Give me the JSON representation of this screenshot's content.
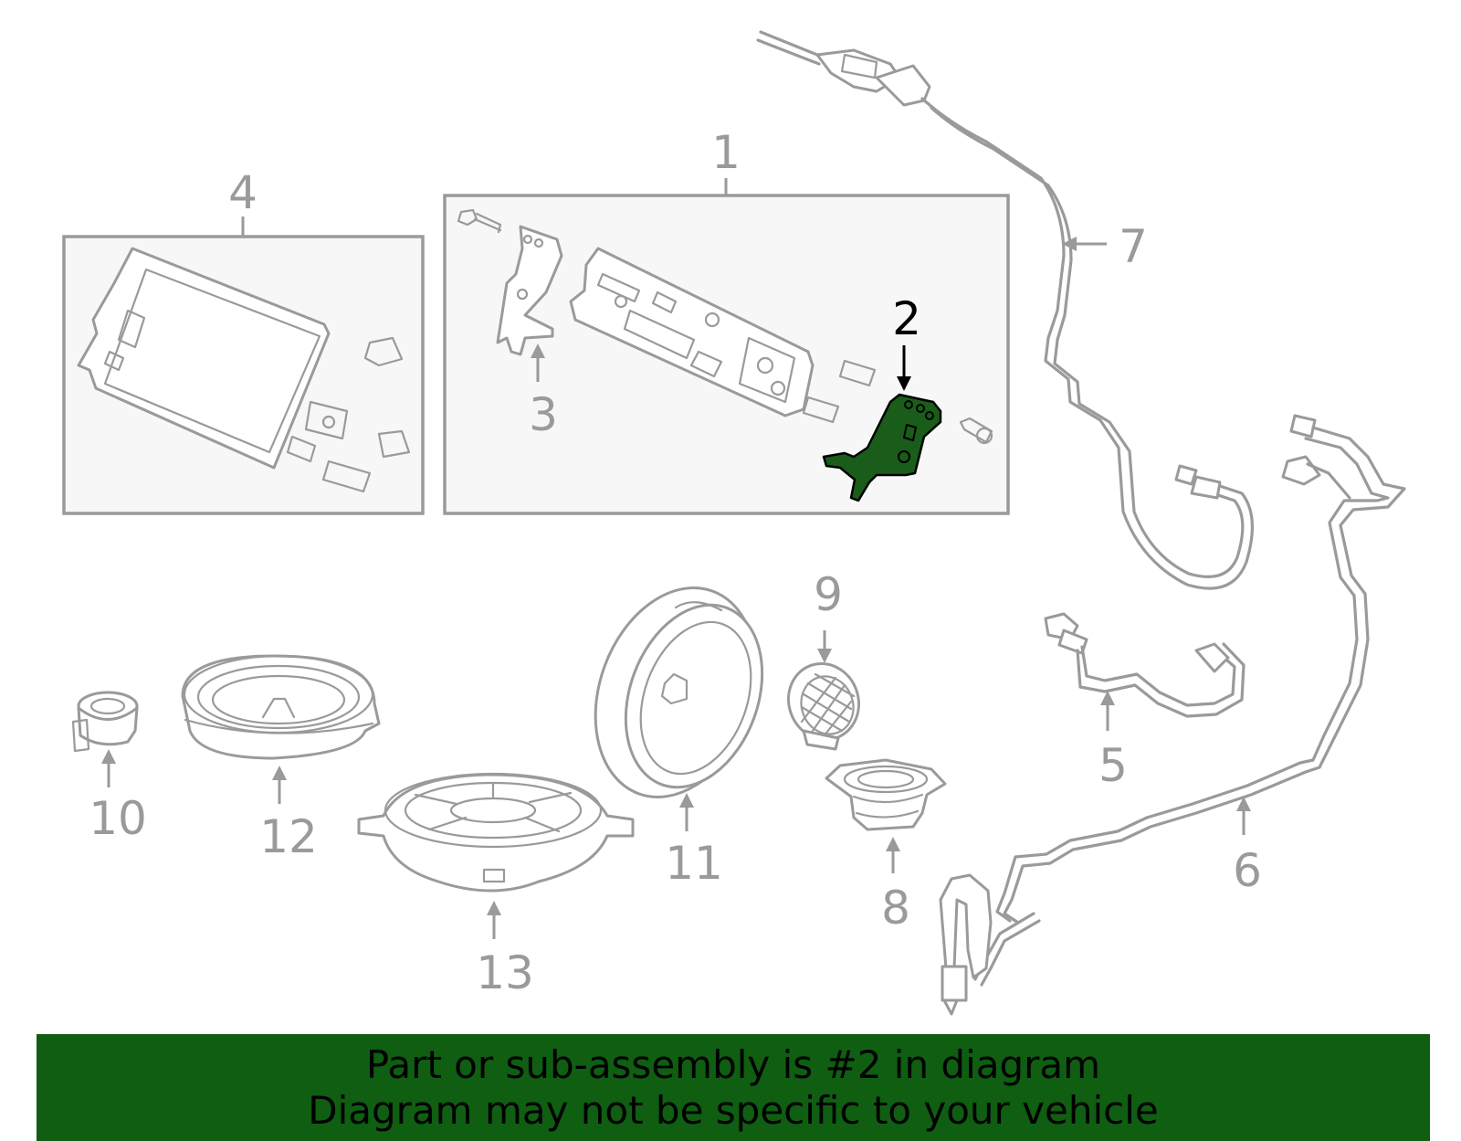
{
  "callouts": {
    "c1": "1",
    "c2": "2",
    "c3": "3",
    "c4": "4",
    "c5": "5",
    "c6": "6",
    "c7": "7",
    "c8": "8",
    "c9": "9",
    "c10": "10",
    "c11": "11",
    "c12": "12",
    "c13": "13"
  },
  "highlighted_part": "2",
  "colors": {
    "highlight": "#1a5c1a",
    "banner": "#0f5e12",
    "line_art": "#9a9a9a"
  },
  "banner": {
    "line1": "Part or sub-assembly is #2 in diagram",
    "line2": "Diagram may not be specific to your vehicle"
  }
}
